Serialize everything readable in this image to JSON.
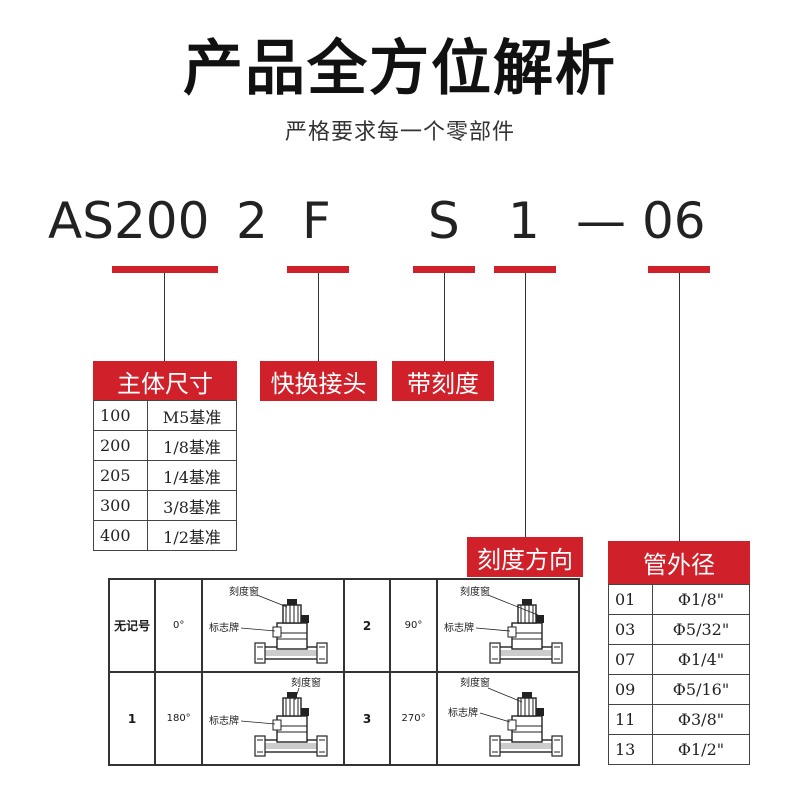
{
  "header": {
    "title": "产品全方位解析",
    "subtitle": "严格要求每一个零部件"
  },
  "code": {
    "parts": [
      "AS200",
      "2",
      "F",
      "S",
      "1",
      "—",
      "06"
    ]
  },
  "labels": {
    "body_size": "主体尺寸",
    "quick_connector": "快换接头",
    "with_scale": "带刻度",
    "scale_direction": "刻度方向",
    "tube_od": "管外径"
  },
  "body_size_table": [
    [
      "100",
      "M5基准"
    ],
    [
      "200",
      "1/8基准"
    ],
    [
      "205",
      "1/4基准"
    ],
    [
      "300",
      "3/8基准"
    ],
    [
      "400",
      "1/2基准"
    ]
  ],
  "tube_table": [
    [
      "01",
      "Φ1/8\""
    ],
    [
      "03",
      "Φ5/32\""
    ],
    [
      "07",
      "Φ1/4\""
    ],
    [
      "09",
      "Φ5/16\""
    ],
    [
      "11",
      "Φ3/8\""
    ],
    [
      "13",
      "Φ1/2\""
    ]
  ],
  "orientation": {
    "rows": [
      [
        {
          "key": "无记号",
          "angle": "0°"
        },
        {
          "key": "2",
          "angle": "90°"
        }
      ],
      [
        {
          "key": "1",
          "angle": "180°"
        },
        {
          "key": "3",
          "angle": "270°"
        }
      ]
    ],
    "callout_window": "刻度窗",
    "callout_plate": "标志牌"
  },
  "colors": {
    "accent_red": "#d0202a"
  }
}
